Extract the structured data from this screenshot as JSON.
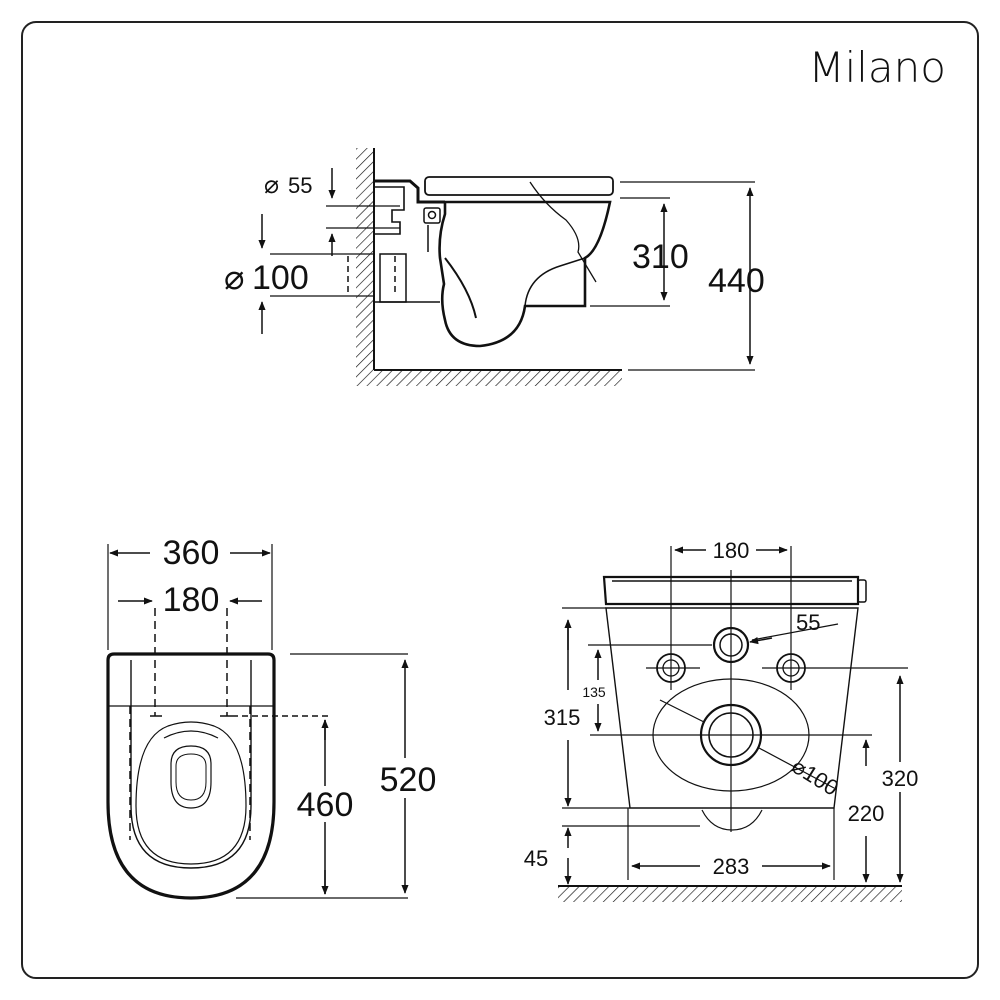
{
  "brand": "Milano",
  "side_view": {
    "pipe_small_label": "55",
    "pipe_large_label": "100",
    "bowl_height": "310",
    "total_height": "440"
  },
  "top_view": {
    "width": "360",
    "fixing_spacing": "180",
    "fixing_to_front": "460",
    "depth": "520"
  },
  "rear_view": {
    "fixing_spacing": "180",
    "inlet_diameter": "55",
    "outlet_diameter": "100",
    "bolt_spacing": "135",
    "inlet_height": "315",
    "fixing_height": "320",
    "outlet_height": "220",
    "base_clearance": "45",
    "base_width": "283"
  },
  "colors": {
    "line": "#111111",
    "frame": "#222222"
  }
}
